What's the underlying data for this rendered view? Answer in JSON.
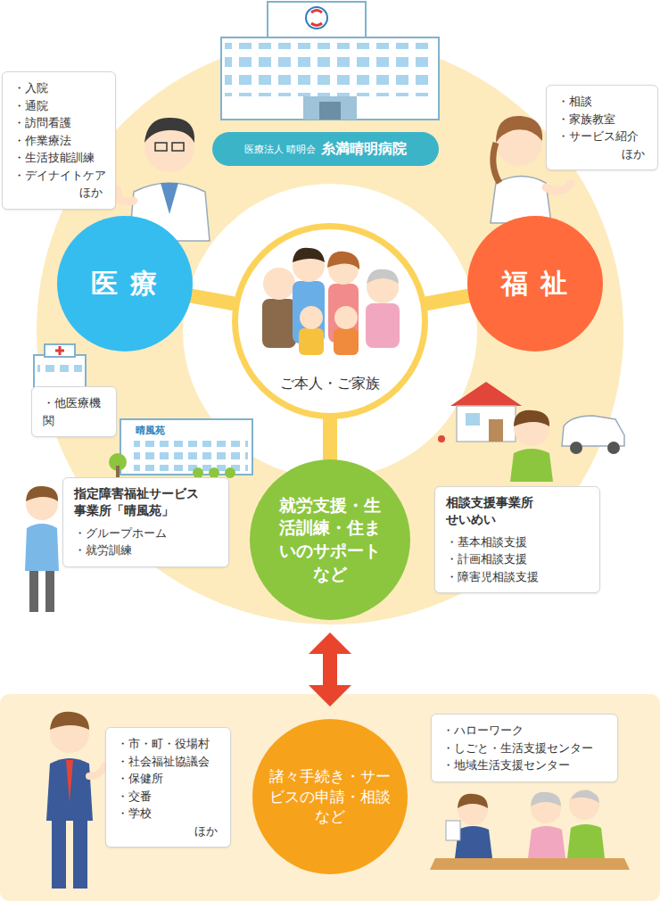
{
  "diagram": {
    "nodes": [
      {
        "text": [
          "医療法人 晴明会",
          "糸満晴明病院"
        ]
      },
      {
        "text": [
          "・入院",
          "・通院",
          "・訪問看護",
          "・作業療法",
          "・生活技能訓練",
          "・デイナイトケア",
          "ほか"
        ]
      },
      {
        "text": [
          "・相談",
          "・家族教室",
          "・サービス紹介",
          "ほか"
        ]
      },
      {
        "text": [
          "医 療"
        ]
      },
      {
        "text": [
          "福 祉"
        ]
      },
      {
        "text": [
          "ご本人・ご家族"
        ]
      },
      {
        "text": [
          "・他医療機関"
        ]
      },
      {
        "text": [
          "指定障害福祉サービス事業所「晴風苑」",
          "・グループホーム",
          "・就労訓練"
        ]
      },
      {
        "text": [
          "相談支援事業所せいめい",
          "・基本相談支援",
          "・計画相談支援",
          "・障害児相談支援"
        ]
      },
      {
        "text": [
          "就労支援・生活訓練・住まいのサポートなど"
        ]
      },
      {
        "text": [
          "・市・町・役場村",
          "・社会福祉協議会",
          "・保健所",
          "・交番",
          "・学校",
          "ほか"
        ]
      },
      {
        "text": [
          "・ハローワーク",
          "・しごと・生活支援センター",
          "・地域生活支援センター"
        ]
      },
      {
        "text": [
          "諸々手続き・サービスの申請・相談など"
        ]
      }
    ],
    "edges": [
      {
        "from": 5,
        "to": 3,
        "arrow": "none"
      },
      {
        "from": 5,
        "to": 4,
        "arrow": "none"
      },
      {
        "from": 5,
        "to": 9,
        "arrow": "none"
      },
      {
        "from": 9,
        "to": 12,
        "arrow": "both"
      }
    ],
    "labels": [
      "晴風苑"
    ]
  }
}
